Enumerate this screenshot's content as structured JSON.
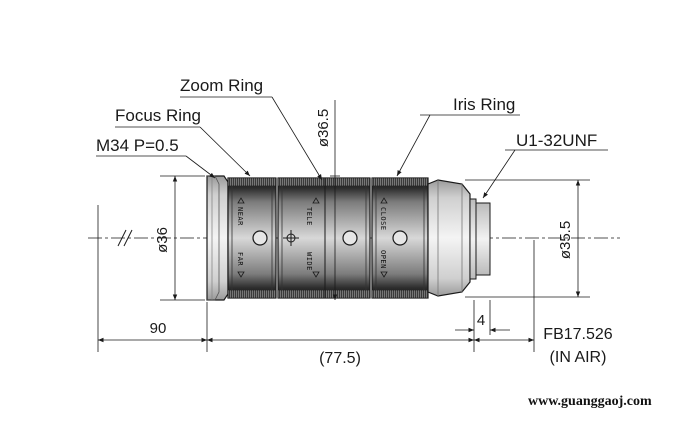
{
  "callouts": {
    "zoom_ring": "Zoom Ring",
    "focus_ring": "Focus Ring",
    "iris_ring": "Iris Ring",
    "mount_thread": "M34 P=0.5",
    "filter_thread": "U1-32UNF"
  },
  "dimensions": {
    "front_diameter": "ø36",
    "ring_diameter": "ø36.5",
    "rear_diameter": "ø35.5",
    "working_distance": "90",
    "body_length": "(77.5)",
    "rear_step": "4",
    "flange_back": "FB17.526",
    "flange_back_note": "(IN AIR)"
  },
  "ring_markings": {
    "focus_top": "NEAR",
    "focus_bottom": "FAR",
    "zoom_top": "TELE",
    "zoom_bottom": "WIDE",
    "iris_top": "CLOSE",
    "iris_bottom": "OPEN"
  },
  "watermark": "www.guanggaoj.com",
  "colors": {
    "line": "#1a1a1a",
    "ring_dark": "#2b2b2b",
    "ring_mid": "#8a8a8a",
    "ring_light": "#d9d9d9",
    "body_fill": "#f2f2f2"
  }
}
